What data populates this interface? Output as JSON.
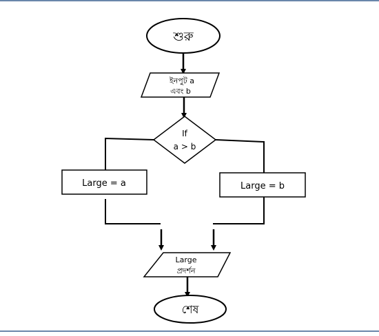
{
  "flowchart": {
    "start_label": "শুরু",
    "input_line1": "ইনপুট a",
    "input_line2": "এবং b",
    "decision_line1": "If",
    "decision_line2": "a > b",
    "left_process": "Large = a",
    "right_process": "Large = b",
    "output_line1": "Large",
    "output_line2": "প্রদর্শন",
    "end_label": "শেষ"
  },
  "colors": {
    "frame_border": "#6a86aa",
    "stroke": "#000000",
    "fill": "#ffffff"
  }
}
